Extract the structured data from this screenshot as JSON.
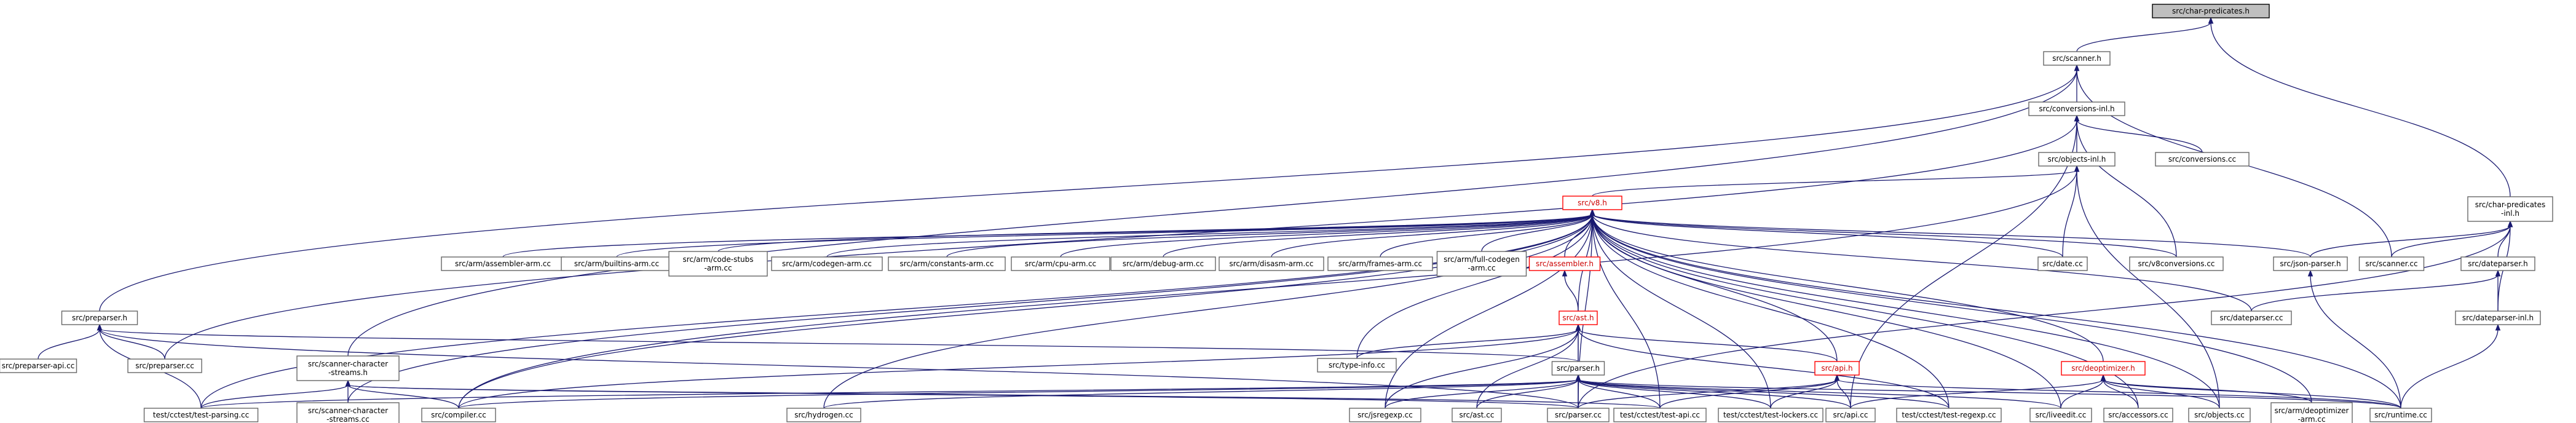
{
  "colors": {
    "edge": "#191970",
    "node_border": "#666666",
    "root_fill": "#bfbfbf",
    "highlight_border": "#ff0000",
    "background": "#ffffff"
  },
  "nodes": [
    {
      "id": "charpred",
      "lines": [
        "src/char-predicates.h"
      ],
      "style": "root"
    },
    {
      "id": "scanner",
      "lines": [
        "src/scanner.h"
      ]
    },
    {
      "id": "convinl",
      "lines": [
        "src/conversions-inl.h"
      ]
    },
    {
      "id": "cpinl",
      "lines": [
        "src/char-predicates",
        "-inl.h"
      ]
    },
    {
      "id": "objinl",
      "lines": [
        "src/objects-inl.h"
      ]
    },
    {
      "id": "conversions",
      "lines": [
        "src/conversions.cc"
      ]
    },
    {
      "id": "v8",
      "lines": [
        "src/v8.h"
      ],
      "style": "red"
    },
    {
      "id": "asm",
      "lines": [
        "src/arm/assembler-arm.cc"
      ]
    },
    {
      "id": "builtins",
      "lines": [
        "src/arm/builtins-arm.cc"
      ]
    },
    {
      "id": "codestubs",
      "lines": [
        "src/arm/code-stubs",
        "-arm.cc"
      ]
    },
    {
      "id": "codegen",
      "lines": [
        "src/arm/codegen-arm.cc"
      ]
    },
    {
      "id": "constants",
      "lines": [
        "src/arm/constants-arm.cc"
      ]
    },
    {
      "id": "cpu",
      "lines": [
        "src/arm/cpu-arm.cc"
      ]
    },
    {
      "id": "debug",
      "lines": [
        "src/arm/debug-arm.cc"
      ]
    },
    {
      "id": "disasm",
      "lines": [
        "src/arm/disasm-arm.cc"
      ]
    },
    {
      "id": "frames",
      "lines": [
        "src/arm/frames-arm.cc"
      ]
    },
    {
      "id": "fullcg",
      "lines": [
        "src/arm/full-codegen",
        "-arm.cc"
      ]
    },
    {
      "id": "assembler",
      "lines": [
        "src/assembler.h"
      ],
      "style": "red"
    },
    {
      "id": "date",
      "lines": [
        "src/date.cc"
      ]
    },
    {
      "id": "v8conv",
      "lines": [
        "src/v8conversions.cc"
      ]
    },
    {
      "id": "jsonparser",
      "lines": [
        "src/json-parser.h"
      ]
    },
    {
      "id": "scannercc",
      "lines": [
        "src/scanner.cc"
      ]
    },
    {
      "id": "dateparser",
      "lines": [
        "src/dateparser.h"
      ]
    },
    {
      "id": "preparser",
      "lines": [
        "src/preparser.h"
      ]
    },
    {
      "id": "ast",
      "lines": [
        "src/ast.h"
      ],
      "style": "red"
    },
    {
      "id": "dateparsercc",
      "lines": [
        "src/dateparser.cc"
      ]
    },
    {
      "id": "dpinl",
      "lines": [
        "src/dateparser-inl.h"
      ]
    },
    {
      "id": "preparserapi",
      "lines": [
        "src/preparser-api.cc"
      ]
    },
    {
      "id": "preparsercc",
      "lines": [
        "src/preparser.cc"
      ]
    },
    {
      "id": "scs",
      "lines": [
        "src/scanner-character",
        "-streams.h"
      ]
    },
    {
      "id": "typeinfo",
      "lines": [
        "src/type-info.cc"
      ]
    },
    {
      "id": "parserh",
      "lines": [
        "src/parser.h"
      ]
    },
    {
      "id": "apih",
      "lines": [
        "src/api.h"
      ],
      "style": "red"
    },
    {
      "id": "deopt",
      "lines": [
        "src/deoptimizer.h"
      ],
      "style": "red"
    },
    {
      "id": "testparsing",
      "lines": [
        "test/cctest/test-parsing.cc"
      ]
    },
    {
      "id": "scscc",
      "lines": [
        "src/scanner-character",
        "-streams.cc"
      ]
    },
    {
      "id": "compiler",
      "lines": [
        "src/compiler.cc"
      ]
    },
    {
      "id": "hydrogen",
      "lines": [
        "src/hydrogen.cc"
      ]
    },
    {
      "id": "jsregexp",
      "lines": [
        "src/jsregexp.cc"
      ]
    },
    {
      "id": "astcc",
      "lines": [
        "src/ast.cc"
      ]
    },
    {
      "id": "parsercc",
      "lines": [
        "src/parser.cc"
      ]
    },
    {
      "id": "testapi",
      "lines": [
        "test/cctest/test-api.cc"
      ]
    },
    {
      "id": "testlockers",
      "lines": [
        "test/cctest/test-lockers.cc"
      ]
    },
    {
      "id": "apicc",
      "lines": [
        "src/api.cc"
      ]
    },
    {
      "id": "testregexp",
      "lines": [
        "test/cctest/test-regexp.cc"
      ]
    },
    {
      "id": "liveedit",
      "lines": [
        "src/liveedit.cc"
      ]
    },
    {
      "id": "accessors",
      "lines": [
        "src/accessors.cc"
      ]
    },
    {
      "id": "objects",
      "lines": [
        "src/objects.cc"
      ]
    },
    {
      "id": "armdeopt",
      "lines": [
        "src/arm/deoptimizer",
        "-arm.cc"
      ]
    },
    {
      "id": "runtime",
      "lines": [
        "src/runtime.cc"
      ]
    }
  ],
  "edges": [
    [
      "scanner",
      "charpred"
    ],
    [
      "cpinl",
      "charpred"
    ],
    [
      "convinl",
      "scanner"
    ],
    [
      "scannercc",
      "scanner"
    ],
    [
      "preparser",
      "scanner"
    ],
    [
      "scs",
      "scanner"
    ],
    [
      "objinl",
      "convinl"
    ],
    [
      "conversions",
      "convinl"
    ],
    [
      "v8conv",
      "convinl"
    ],
    [
      "preparsercc",
      "convinl"
    ],
    [
      "apicc",
      "convinl"
    ],
    [
      "jsonparser",
      "cpinl"
    ],
    [
      "scannercc",
      "cpinl"
    ],
    [
      "dateparser",
      "cpinl"
    ],
    [
      "dpinl",
      "cpinl"
    ],
    [
      "parsercc",
      "cpinl"
    ],
    [
      "v8",
      "objinl"
    ],
    [
      "date",
      "objinl"
    ],
    [
      "objects",
      "objinl"
    ],
    [
      "compiler",
      "objinl"
    ],
    [
      "asm",
      "v8"
    ],
    [
      "builtins",
      "v8"
    ],
    [
      "codestubs",
      "v8"
    ],
    [
      "codegen",
      "v8"
    ],
    [
      "constants",
      "v8"
    ],
    [
      "cpu",
      "v8"
    ],
    [
      "debug",
      "v8"
    ],
    [
      "disasm",
      "v8"
    ],
    [
      "frames",
      "v8"
    ],
    [
      "fullcg",
      "v8"
    ],
    [
      "assembler",
      "v8"
    ],
    [
      "date",
      "v8"
    ],
    [
      "v8conv",
      "v8"
    ],
    [
      "jsonparser",
      "v8"
    ],
    [
      "dateparsercc",
      "v8"
    ],
    [
      "ast",
      "v8"
    ],
    [
      "typeinfo",
      "v8"
    ],
    [
      "apih",
      "v8"
    ],
    [
      "deopt",
      "v8"
    ],
    [
      "testparsing",
      "v8"
    ],
    [
      "scscc",
      "v8"
    ],
    [
      "compiler",
      "v8"
    ],
    [
      "hydrogen",
      "v8"
    ],
    [
      "jsregexp",
      "v8"
    ],
    [
      "parsercc",
      "v8"
    ],
    [
      "testapi",
      "v8"
    ],
    [
      "testlockers",
      "v8"
    ],
    [
      "testregexp",
      "v8"
    ],
    [
      "liveedit",
      "v8"
    ],
    [
      "accessors",
      "v8"
    ],
    [
      "objects",
      "v8"
    ],
    [
      "armdeopt",
      "v8"
    ],
    [
      "runtime",
      "v8"
    ],
    [
      "ast",
      "assembler"
    ],
    [
      "runtime",
      "jsonparser"
    ],
    [
      "dateparsercc",
      "dateparser"
    ],
    [
      "dpinl",
      "dateparser"
    ],
    [
      "runtime",
      "dpinl"
    ],
    [
      "preparserapi",
      "preparser"
    ],
    [
      "preparsercc",
      "preparser"
    ],
    [
      "testparsing",
      "preparser"
    ],
    [
      "parserh",
      "preparser"
    ],
    [
      "parsercc",
      "preparser"
    ],
    [
      "typeinfo",
      "ast"
    ],
    [
      "parserh",
      "ast"
    ],
    [
      "apih",
      "ast"
    ],
    [
      "compiler",
      "ast"
    ],
    [
      "jsregexp",
      "ast"
    ],
    [
      "astcc",
      "ast"
    ],
    [
      "parsercc",
      "ast"
    ],
    [
      "testregexp",
      "ast"
    ],
    [
      "testparsing",
      "scs"
    ],
    [
      "scscc",
      "scs"
    ],
    [
      "compiler",
      "scs"
    ],
    [
      "parsercc",
      "scs"
    ],
    [
      "testapi",
      "scs"
    ],
    [
      "testparsing",
      "parserh"
    ],
    [
      "compiler",
      "parserh"
    ],
    [
      "hydrogen",
      "parserh"
    ],
    [
      "jsregexp",
      "parserh"
    ],
    [
      "astcc",
      "parserh"
    ],
    [
      "parsercc",
      "parserh"
    ],
    [
      "testapi",
      "parserh"
    ],
    [
      "testlockers",
      "parserh"
    ],
    [
      "apicc",
      "parserh"
    ],
    [
      "testregexp",
      "parserh"
    ],
    [
      "liveedit",
      "parserh"
    ],
    [
      "runtime",
      "parserh"
    ],
    [
      "parsercc",
      "apih"
    ],
    [
      "testapi",
      "apih"
    ],
    [
      "testlockers",
      "apih"
    ],
    [
      "apicc",
      "apih"
    ],
    [
      "runtime",
      "apih"
    ],
    [
      "apicc",
      "deopt"
    ],
    [
      "liveedit",
      "deopt"
    ],
    [
      "accessors",
      "deopt"
    ],
    [
      "objects",
      "deopt"
    ],
    [
      "armdeopt",
      "deopt"
    ],
    [
      "runtime",
      "deopt"
    ]
  ]
}
